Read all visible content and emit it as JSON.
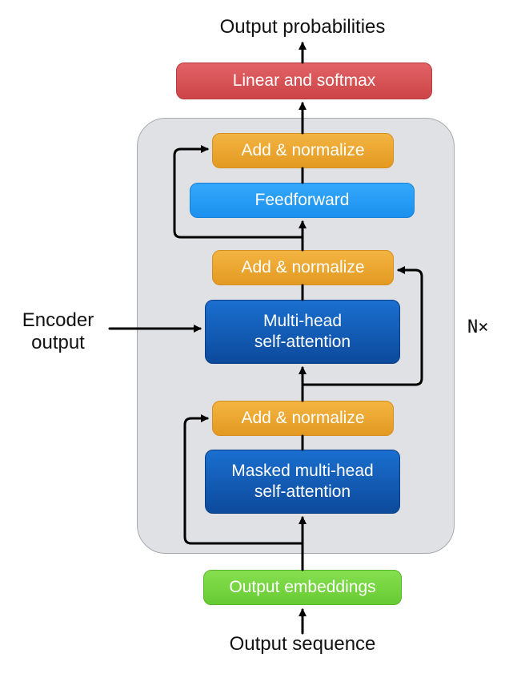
{
  "title": "Output probabilities",
  "footer": "Output sequence",
  "side_input": {
    "line1": "Encoder",
    "line2": "output"
  },
  "repeat_label": "N×",
  "boxes": {
    "linear_softmax": "Linear and softmax",
    "add_norm_top": "Add & normalize",
    "feedforward": "Feedforward",
    "add_norm_mid": "Add & normalize",
    "mha_line1": "Multi-head",
    "mha_line2": "self-attention",
    "add_norm_bottom": "Add & normalize",
    "masked_line1": "Masked multi-head",
    "masked_line2": "self-attention",
    "output_embeddings": "Output embeddings"
  },
  "colors": {
    "add_normalize": "#e9a42c",
    "attention": "#1256b0",
    "feedforward": "#27a0f7",
    "linear_softmax": "#d9575a",
    "embeddings": "#72d33d",
    "block_panel": "#e0e1e4"
  }
}
